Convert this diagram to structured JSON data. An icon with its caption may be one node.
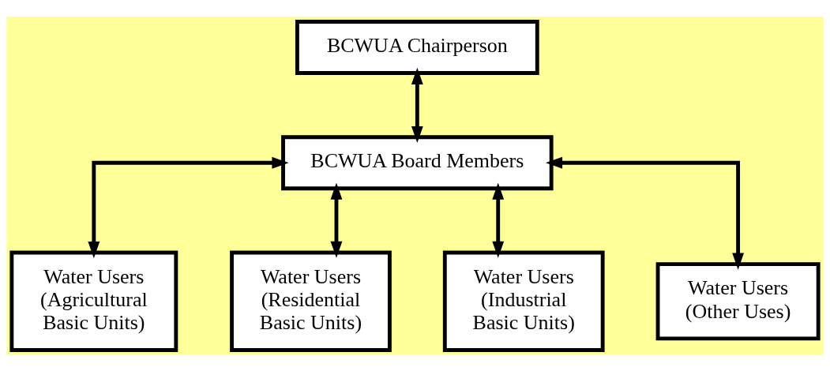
{
  "diagram": {
    "nodes": [
      {
        "text": [
          "BCWUA Chairperson"
        ]
      },
      {
        "text": [
          "BCWUA Board Members"
        ]
      },
      {
        "text": [
          "Water Users (Agricultural Basic Units)"
        ]
      },
      {
        "text": [
          "Water Users (Residential Basic Units)"
        ]
      },
      {
        "text": [
          "Water Users (Industrial Basic Units)"
        ]
      },
      {
        "text": [
          "Water Users (Other Uses)"
        ]
      }
    ],
    "edges": [
      {
        "from": 0,
        "to": 1,
        "arrow": "both"
      },
      {
        "from": 1,
        "to": 2,
        "arrow": "both"
      },
      {
        "from": 1,
        "to": 3,
        "arrow": "both"
      },
      {
        "from": 1,
        "to": 4,
        "arrow": "both"
      },
      {
        "from": 1,
        "to": 5,
        "arrow": "both"
      }
    ]
  }
}
